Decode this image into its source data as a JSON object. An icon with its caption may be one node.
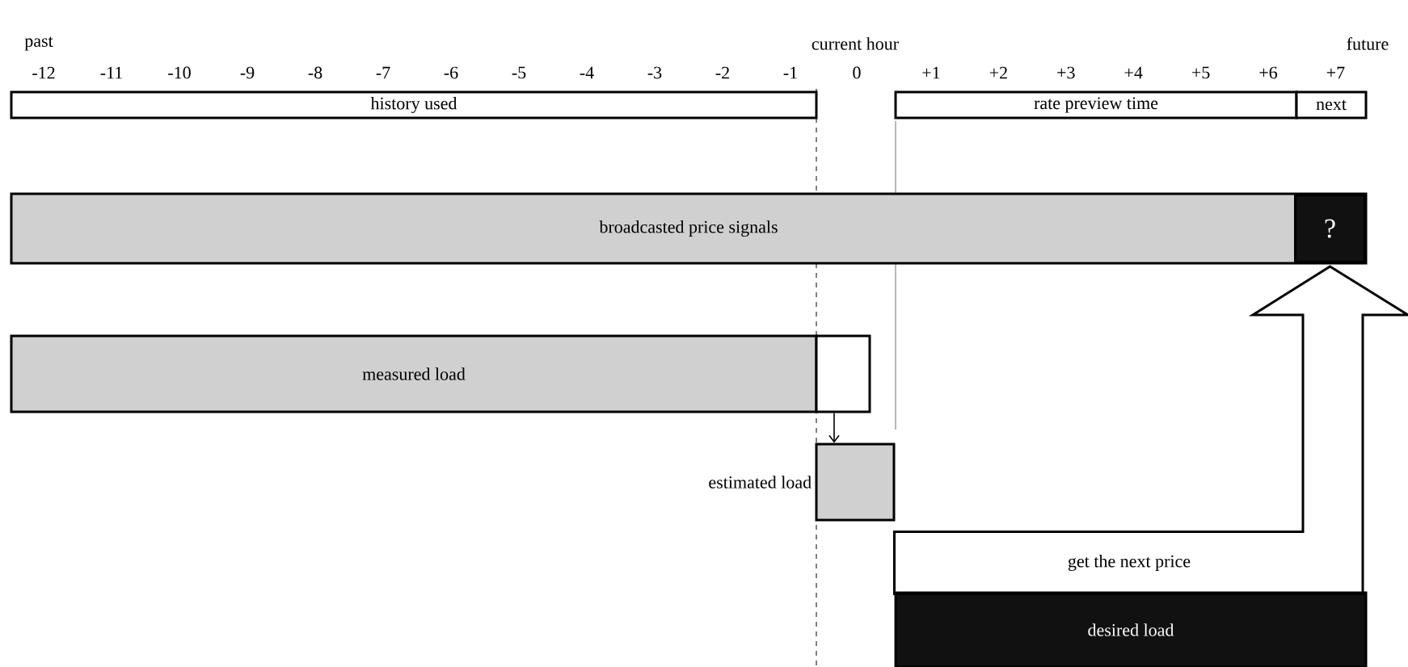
{
  "diagram": {
    "nodes": [
      {
        "text": [
          "history used"
        ]
      },
      {
        "text": [
          "rate preview time"
        ]
      },
      {
        "text": [
          "next"
        ]
      },
      {
        "text": [
          "broadcasted price signals"
        ]
      },
      {
        "text": [
          "?"
        ],
        "in": 3
      },
      {
        "text": [
          "measured load"
        ]
      },
      {
        "text": [],
        "shape": "box"
      },
      {
        "text": [
          "estimated load"
        ]
      },
      {
        "text": [
          "get the next price"
        ]
      },
      {
        "text": [
          "desired load"
        ]
      }
    ],
    "edges": [
      {
        "from": 6,
        "to": 7,
        "arrow": "to"
      },
      {
        "from": 8,
        "to": 4,
        "arrow": "to",
        "style": "thick"
      }
    ],
    "labels": [
      "past",
      "current hour",
      "future",
      "-12",
      "-11",
      "-10",
      "-9",
      "-8",
      "-7",
      "-6",
      "-5",
      "-4",
      "-3",
      "-2",
      "-1",
      "0",
      "+1",
      "+2",
      "+3",
      "+4",
      "+5",
      "+6",
      "+7"
    ]
  }
}
